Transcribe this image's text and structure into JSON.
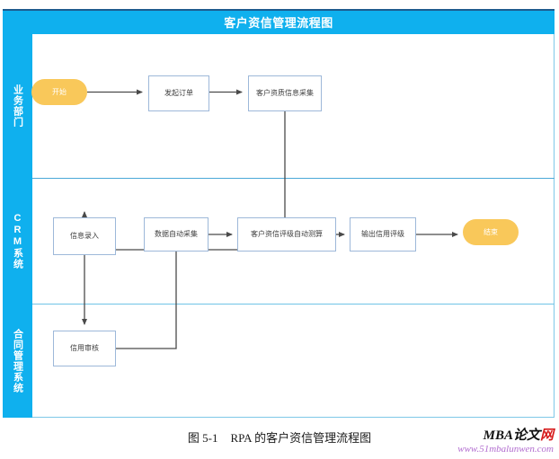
{
  "diagram": {
    "title": "客户资信管理流程图",
    "colors": {
      "header_blue": "#0fb0ee",
      "band_blue": "#0fb0ee",
      "divider_blue": "#4aa8d8",
      "node_border": "#9db8d9",
      "terminator_orange": "#f9c85a",
      "connector_gray": "#4a4a4a",
      "title_top_rule": "#1d5b8e"
    },
    "lanes": [
      {
        "label": "业务部门"
      },
      {
        "label": "CRM系统"
      },
      {
        "label": "合同管理系统"
      }
    ],
    "nodes": [
      {
        "id": "start",
        "label": "开始",
        "lane": 0,
        "shape": "terminator"
      },
      {
        "id": "create-order",
        "label": "发起订单",
        "lane": 0,
        "shape": "rect"
      },
      {
        "id": "collect-info",
        "label": "客户资质信息采集",
        "lane": 0,
        "shape": "rect"
      },
      {
        "id": "info-entry",
        "label": "信息录入",
        "lane": 1,
        "shape": "rect"
      },
      {
        "id": "auto-collect",
        "label": "数据自动采集",
        "lane": 1,
        "shape": "rect"
      },
      {
        "id": "auto-rating",
        "label": "客户资信评级自动测算",
        "lane": 1,
        "shape": "rect"
      },
      {
        "id": "output-rating",
        "label": "输出信用评级",
        "lane": 1,
        "shape": "rect"
      },
      {
        "id": "end",
        "label": "结束",
        "lane": 1,
        "shape": "terminator"
      },
      {
        "id": "credit-review",
        "label": "信用审核",
        "lane": 2,
        "shape": "rect"
      }
    ],
    "edges": [
      {
        "from": "start",
        "to": "create-order"
      },
      {
        "from": "create-order",
        "to": "collect-info"
      },
      {
        "from": "collect-info",
        "to": "info-entry"
      },
      {
        "from": "info-entry",
        "to": "credit-review"
      },
      {
        "from": "credit-review",
        "to": "auto-collect"
      },
      {
        "from": "auto-collect",
        "to": "auto-rating"
      },
      {
        "from": "auto-rating",
        "to": "output-rating"
      },
      {
        "from": "output-rating",
        "to": "end"
      }
    ]
  },
  "caption": {
    "number": "图 5-1",
    "text": "RPA 的客户资信管理流程图"
  },
  "watermark": {
    "title_main": "MBA论文",
    "title_accent": "网",
    "url": "www.51mbalunwen.com"
  }
}
